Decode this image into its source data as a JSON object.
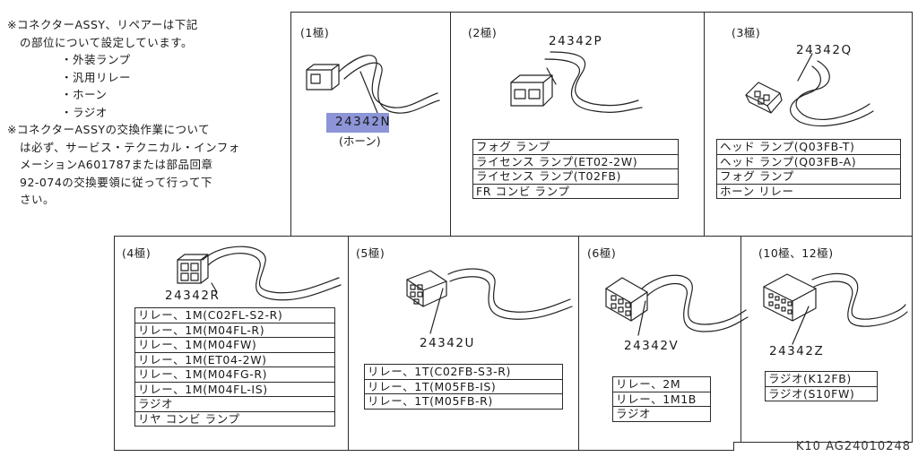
{
  "notes": {
    "lines": [
      "※コネクターASSY、リペアーは下記",
      "の部位について設定しています。",
      "・外装ランプ",
      "・汎用リレー",
      "・ホーン",
      "・ラジオ",
      "※コネクターASSYの交換作業について",
      "は必ず、サービス・テクニカル・インフォ",
      "メーションA601787または部品回章",
      "92-074の交換要領に従って行って下",
      "さい。"
    ]
  },
  "panels": {
    "p1": {
      "title": "(1極)",
      "part": "24342N",
      "sub": "(ホーン)"
    },
    "p2": {
      "title": "(2極)",
      "part": "24342P",
      "rows": [
        "フォグ ランプ",
        "ライセンス ランプ(ET02-2W)",
        "ライセンス ランプ(T02FB)",
        "FR コンビ ランプ"
      ]
    },
    "p3": {
      "title": "(3極)",
      "part": "24342Q",
      "rows": [
        "ヘッド ランプ(Q03FB-T)",
        "ヘッド ランプ(Q03FB-A)",
        "フォグ ランプ",
        "ホーン リレー"
      ]
    },
    "p4": {
      "title": "(4極)",
      "part": "24342R",
      "rows": [
        "リレー、1M(C02FL-S2-R)",
        "リレー、1M(M04FL-R)",
        "リレー、1M(M04FW)",
        "リレー、1M(ET04-2W)",
        "リレー、1M(M04FG-R)",
        "リレー、1M(M04FL-IS)",
        "ラジオ",
        "リヤ コンビ ランプ"
      ]
    },
    "p5": {
      "title": "(5極)",
      "part": "24342U",
      "rows": [
        "リレー、1T(C02FB-S3-R)",
        "リレー、1T(M05FB-IS)",
        "リレー、1T(M05FB-R)"
      ]
    },
    "p6": {
      "title": "(6極)",
      "part": "24342V",
      "rows": [
        "リレー、2M",
        "リレー、1M1B",
        "ラジオ"
      ]
    },
    "p10": {
      "title": "(10極、12極)",
      "part": "24342Z",
      "rows": [
        "ラジオ(K12FB)",
        "ラジオ(S10FW)"
      ]
    }
  },
  "footer": "K10  AG24010248"
}
